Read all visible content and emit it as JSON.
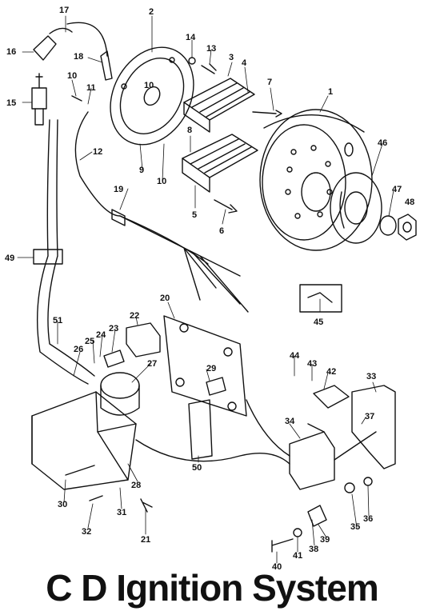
{
  "title": "C D Ignition System",
  "part_numbers": [
    "1",
    "2",
    "3",
    "4",
    "5",
    "6",
    "7",
    "8",
    "9",
    "10",
    "11",
    "12",
    "13",
    "14",
    "15",
    "16",
    "17",
    "18",
    "19",
    "20",
    "21",
    "22",
    "23",
    "24",
    "25",
    "26",
    "27",
    "28",
    "29",
    "30",
    "31",
    "32",
    "33",
    "34",
    "35",
    "36",
    "37",
    "38",
    "39",
    "40",
    "41",
    "42",
    "43",
    "44",
    "45",
    "46",
    "47",
    "48",
    "49",
    "50",
    "51"
  ]
}
